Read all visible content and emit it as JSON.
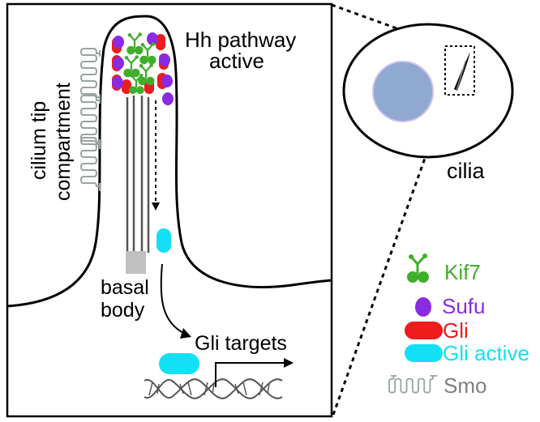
{
  "main_panel": {
    "pathway_status_line1": "Hh pathway",
    "pathway_status_line2": "active",
    "cilium_tip_line1": "cilium tip",
    "cilium_tip_line2": "compartment",
    "basal_body_line1": "basal",
    "basal_body_line2": "body",
    "gli_targets": "Gli targets"
  },
  "inset": {
    "cilia_label": "cilia"
  },
  "legend": {
    "items": [
      {
        "icon": "kif7-icon",
        "label": "Kif7",
        "color": "#3fae2a"
      },
      {
        "icon": "sufu-icon",
        "label": "Sufu",
        "color": "#8a2be2"
      },
      {
        "icon": "gli-icon",
        "label": "Gli",
        "color": "#ee1c1c"
      },
      {
        "icon": "gli-active-icon",
        "label": "Gli active",
        "color": "#13e0f5"
      },
      {
        "icon": "smo-icon",
        "label": "Smo",
        "color": "#808080"
      }
    ]
  },
  "colors": {
    "kif7": "#3fae2a",
    "sufu": "#8a2be2",
    "gli": "#ee1c1c",
    "gli_active": "#13e0f5",
    "smo": "#9aa3a3",
    "nucleus": "#8fa9d1",
    "nucleus_edge": "#c9c2ef",
    "basal_body": "#c0c0c0",
    "dna": "#555555"
  }
}
